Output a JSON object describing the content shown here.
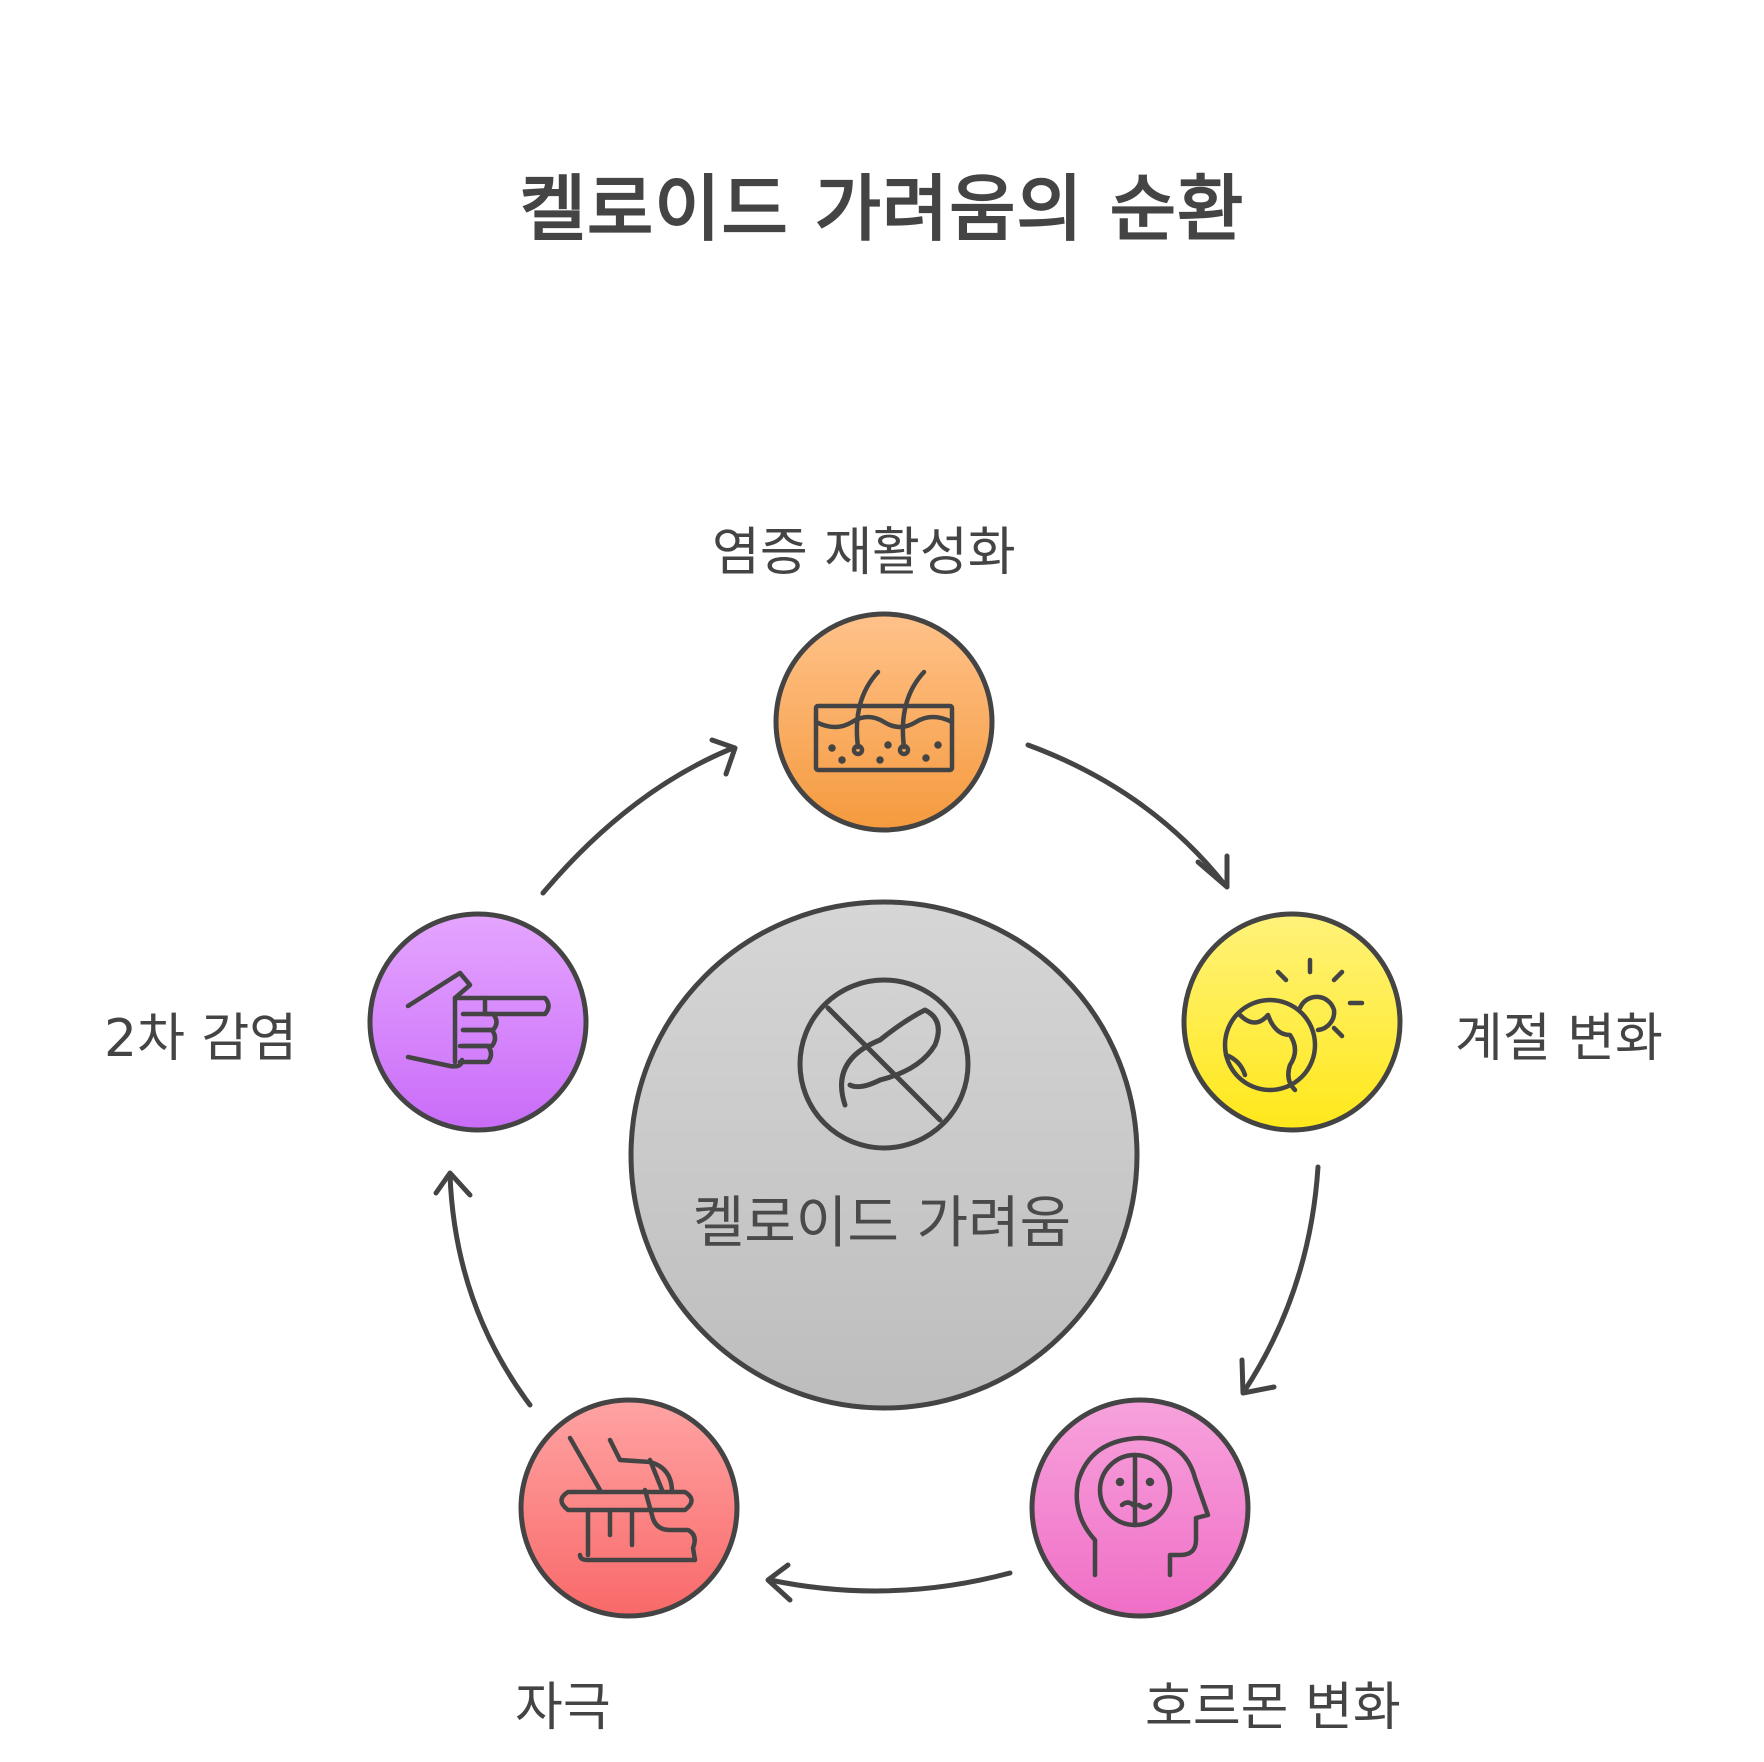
{
  "title": "켈로이드 가려움의 순환",
  "center": {
    "label": "켈로이드 가려움",
    "icon": "no-leaf-icon",
    "color": "#c8c8c8"
  },
  "nodes": [
    {
      "label": "염증 재활성화",
      "icon": "skin-hair-icon",
      "color_top": "#ffc28a",
      "color_bottom": "#f59a3e"
    },
    {
      "label": "계절 변화",
      "icon": "globe-sun-icon",
      "color_top": "#fff27a",
      "color_bottom": "#ffe81a"
    },
    {
      "label": "호르몬 변화",
      "icon": "head-face-icon",
      "color_top": "#f7a2dc",
      "color_bottom": "#f06ec6"
    },
    {
      "label": "자극",
      "icon": "scratching-skin-icon",
      "color_top": "#ffa3a3",
      "color_bottom": "#f96969"
    },
    {
      "label": "2차 감염",
      "icon": "pointing-hand-icon",
      "color_top": "#e5a5ff",
      "color_bottom": "#c96cf8"
    }
  ]
}
